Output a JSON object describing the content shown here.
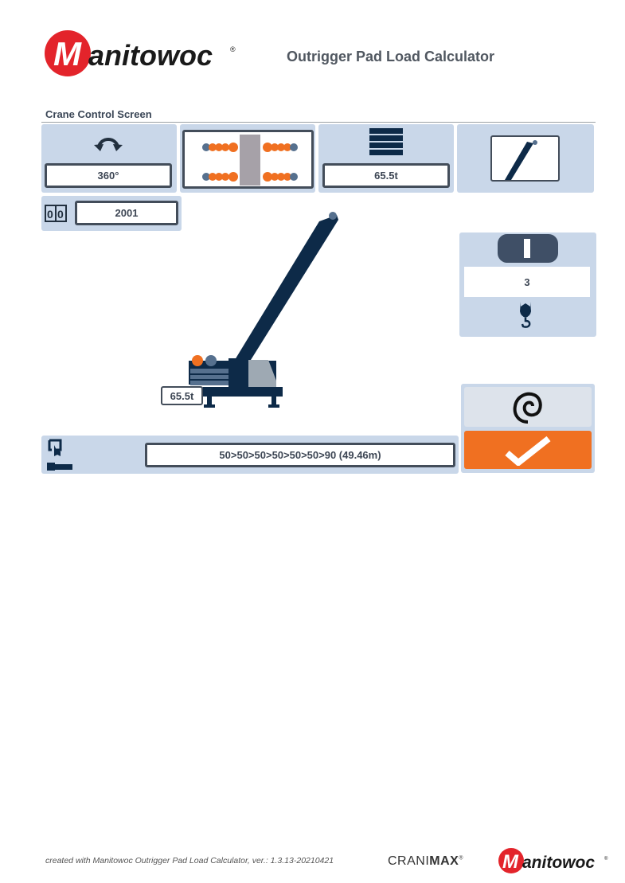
{
  "header": {
    "brand": "Manitowoc",
    "title": "Outrigger Pad Load Calculator"
  },
  "section": {
    "title": "Crane Control Screen"
  },
  "slew": {
    "icon": "slew-rotation-icon",
    "value": "360°"
  },
  "outriggers": {
    "icon": "outrigger-layout-icon"
  },
  "counterweight": {
    "icon": "counterweight-stack-icon",
    "value": "65.5t"
  },
  "boom_angle": {
    "icon": "boom-angle-icon"
  },
  "config": {
    "icon": "config-code-icon",
    "value": "2001"
  },
  "reeving": {
    "icon": "hook-block-icon",
    "value": "3"
  },
  "crane": {
    "counterweight_label": "65.5t"
  },
  "boom": {
    "icon": "boom-telescope-icon",
    "value": "50>50>50>50>50>50>90 (49.46m)"
  },
  "actions": {
    "reset_icon": "spiral-reset-icon",
    "confirm_icon": "checkmark-icon"
  },
  "footer": {
    "text": "created with Manitowoc Outrigger Pad Load Calculator, ver.: 1.3.13-20210421",
    "cranimax_a": "CRANI",
    "cranimax_b": "MAX",
    "brand": "Manitowoc"
  },
  "colors": {
    "panel": "#c9d7e9",
    "navy": "#0d2a48",
    "orange": "#f07021",
    "brand_red": "#e3242b"
  }
}
